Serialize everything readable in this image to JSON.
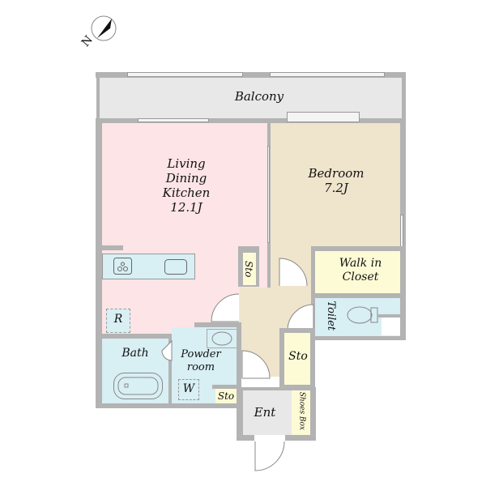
{
  "compass": {
    "label": "N"
  },
  "rooms": {
    "balcony": {
      "name": "Balcony",
      "color": "#e8e8e8"
    },
    "ldk": {
      "line1": "Living",
      "line2": "Dining",
      "line3": "Kitchen",
      "size": "12.1J",
      "color": "#fde4e6"
    },
    "bedroom": {
      "name": "Bedroom",
      "size": "7.2J",
      "color": "#efe4cc"
    },
    "walk_in_closet": {
      "line1": "Walk in",
      "line2": "Closet",
      "color": "#fdfbd6"
    },
    "toilet": {
      "name": "Toilet",
      "color": "#d8eff4"
    },
    "bath": {
      "name": "Bath",
      "color": "#d8eff4"
    },
    "powder_room": {
      "line1": "Powder",
      "line2": "room",
      "color": "#d8eff4"
    },
    "storage_top": {
      "name": "Sto"
    },
    "storage_hall": {
      "name": "Sto"
    },
    "storage_powder": {
      "name": "Sto"
    },
    "entrance": {
      "name": "Ent",
      "color": "#e8e8e8"
    },
    "shoes_box": {
      "name": "Shoes Box"
    },
    "refrigerator": {
      "name": "R"
    },
    "washer": {
      "name": "W"
    },
    "hall": {
      "color": "#efe4cc"
    }
  },
  "colors": {
    "wall": "#b3b3b3",
    "storage": "#fdfbd6"
  }
}
